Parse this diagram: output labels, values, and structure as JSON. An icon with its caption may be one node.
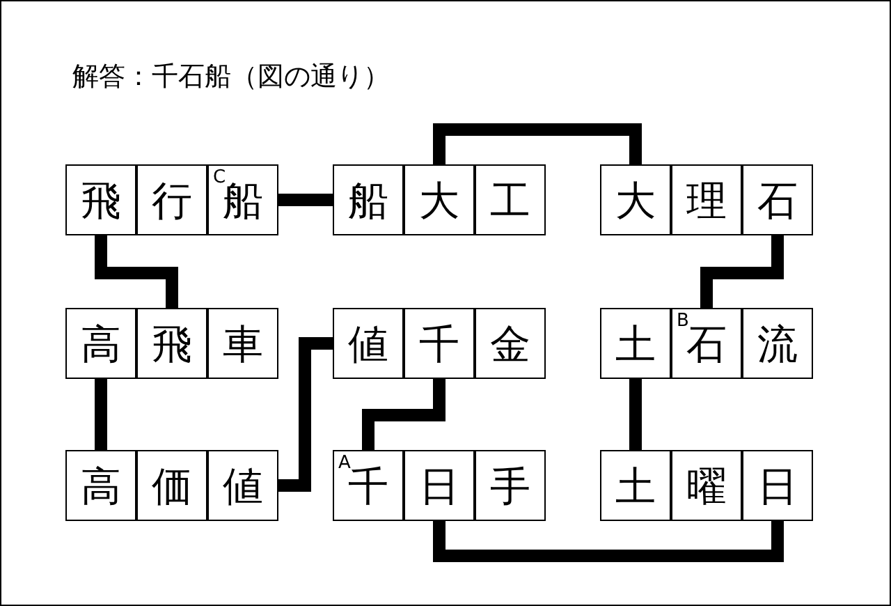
{
  "diagram": {
    "title": "解答：千石船（図の通り）",
    "nodes": [
      {
        "text": [
          "飛"
        ]
      },
      {
        "text": [
          "行"
        ]
      },
      {
        "text": [
          "C",
          "船"
        ]
      },
      {
        "text": [
          "船"
        ]
      },
      {
        "text": [
          "大"
        ]
      },
      {
        "text": [
          "工"
        ]
      },
      {
        "text": [
          "大"
        ]
      },
      {
        "text": [
          "理"
        ]
      },
      {
        "text": [
          "石"
        ]
      },
      {
        "text": [
          "高"
        ]
      },
      {
        "text": [
          "飛"
        ]
      },
      {
        "text": [
          "車"
        ]
      },
      {
        "text": [
          "値"
        ]
      },
      {
        "text": [
          "千"
        ]
      },
      {
        "text": [
          "金"
        ]
      },
      {
        "text": [
          "土"
        ]
      },
      {
        "text": [
          "B",
          "石"
        ]
      },
      {
        "text": [
          "流"
        ]
      },
      {
        "text": [
          "高"
        ]
      },
      {
        "text": [
          "価"
        ]
      },
      {
        "text": [
          "値"
        ]
      },
      {
        "text": [
          "A",
          "千"
        ]
      },
      {
        "text": [
          "日"
        ]
      },
      {
        "text": [
          "手"
        ]
      },
      {
        "text": [
          "土"
        ]
      },
      {
        "text": [
          "曜"
        ]
      },
      {
        "text": [
          "日"
        ]
      }
    ],
    "edges": [
      {
        "from": 0,
        "to": 10,
        "arrow": "none"
      },
      {
        "from": 2,
        "to": 3,
        "arrow": "none"
      },
      {
        "from": 4,
        "to": 6,
        "arrow": "none"
      },
      {
        "from": 8,
        "to": 16,
        "arrow": "none"
      },
      {
        "from": 15,
        "to": 24,
        "arrow": "none"
      },
      {
        "from": 26,
        "to": 22,
        "arrow": "none"
      },
      {
        "from": 21,
        "to": 13,
        "arrow": "none"
      },
      {
        "from": 12,
        "to": 20,
        "arrow": "none"
      },
      {
        "from": 18,
        "to": 9,
        "arrow": "none"
      }
    ]
  }
}
